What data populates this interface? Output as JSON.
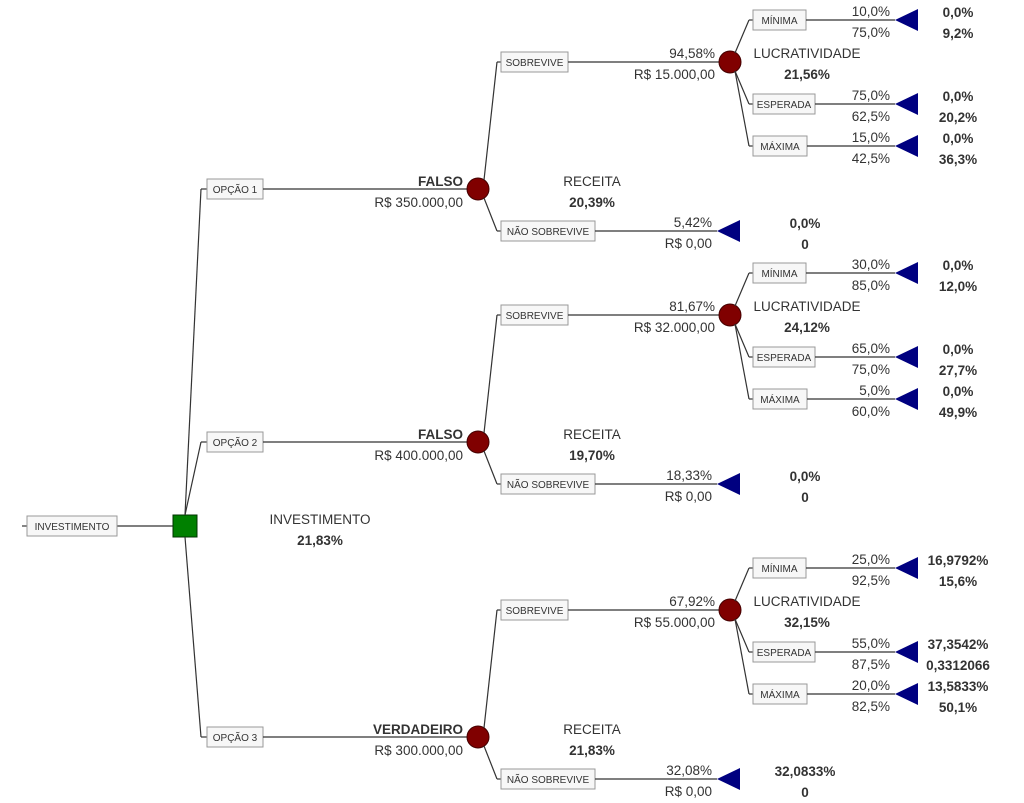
{
  "colors": {
    "decision": "#008000",
    "chance": "#800000",
    "terminal": "#000080",
    "text": "#333333",
    "line": "#333333"
  },
  "root": {
    "label": "INVESTIMENTO",
    "metric_label": "INVESTIMENTO",
    "metric_value": "21,83%"
  },
  "options": [
    {
      "label": "OPÇÃO 1",
      "decision": "FALSO",
      "cost": "R$ 350.000,00",
      "metric_label": "RECEITA",
      "metric_value": "20,39%",
      "survive": {
        "label": "SOBREVIVE",
        "prob": "94,58%",
        "value": "R$ 15.000,00",
        "metric_label": "LUCRATIVIDADE",
        "metric_value": "21,56%",
        "outcomes": [
          {
            "label": "MÍNIMA",
            "p1": "10,0%",
            "p2": "75,0%",
            "r1": "0,0%",
            "r2": "9,2%"
          },
          {
            "label": "ESPERADA",
            "p1": "75,0%",
            "p2": "62,5%",
            "r1": "0,0%",
            "r2": "20,2%"
          },
          {
            "label": "MÁXIMA",
            "p1": "15,0%",
            "p2": "42,5%",
            "r1": "0,0%",
            "r2": "36,3%"
          }
        ]
      },
      "not_survive": {
        "label": "NÃO SOBREVIVE",
        "prob": "5,42%",
        "value": "R$ 0,00",
        "r1": "0,0%",
        "r2": "0"
      }
    },
    {
      "label": "OPÇÃO 2",
      "decision": "FALSO",
      "cost": "R$ 400.000,00",
      "metric_label": "RECEITA",
      "metric_value": "19,70%",
      "survive": {
        "label": "SOBREVIVE",
        "prob": "81,67%",
        "value": "R$ 32.000,00",
        "metric_label": "LUCRATIVIDADE",
        "metric_value": "24,12%",
        "outcomes": [
          {
            "label": "MÍNIMA",
            "p1": "30,0%",
            "p2": "85,0%",
            "r1": "0,0%",
            "r2": "12,0%"
          },
          {
            "label": "ESPERADA",
            "p1": "65,0%",
            "p2": "75,0%",
            "r1": "0,0%",
            "r2": "27,7%"
          },
          {
            "label": "MÁXIMA",
            "p1": "5,0%",
            "p2": "60,0%",
            "r1": "0,0%",
            "r2": "49,9%"
          }
        ]
      },
      "not_survive": {
        "label": "NÃO SOBREVIVE",
        "prob": "18,33%",
        "value": "R$ 0,00",
        "r1": "0,0%",
        "r2": "0"
      }
    },
    {
      "label": "OPÇÃO 3",
      "decision": "VERDADEIRO",
      "cost": "R$ 300.000,00",
      "metric_label": "RECEITA",
      "metric_value": "21,83%",
      "survive": {
        "label": "SOBREVIVE",
        "prob": "67,92%",
        "value": "R$ 55.000,00",
        "metric_label": "LUCRATIVIDADE",
        "metric_value": "32,15%",
        "outcomes": [
          {
            "label": "MÍNIMA",
            "p1": "25,0%",
            "p2": "92,5%",
            "r1": "16,9792%",
            "r2": "15,6%"
          },
          {
            "label": "ESPERADA",
            "p1": "55,0%",
            "p2": "87,5%",
            "r1": "37,3542%",
            "r2": "0,3312066"
          },
          {
            "label": "MÁXIMA",
            "p1": "20,0%",
            "p2": "82,5%",
            "r1": "13,5833%",
            "r2": "50,1%"
          }
        ]
      },
      "not_survive": {
        "label": "NÃO SOBREVIVE",
        "prob": "32,08%",
        "value": "R$ 0,00",
        "r1": "32,0833%",
        "r2": "0"
      }
    }
  ]
}
